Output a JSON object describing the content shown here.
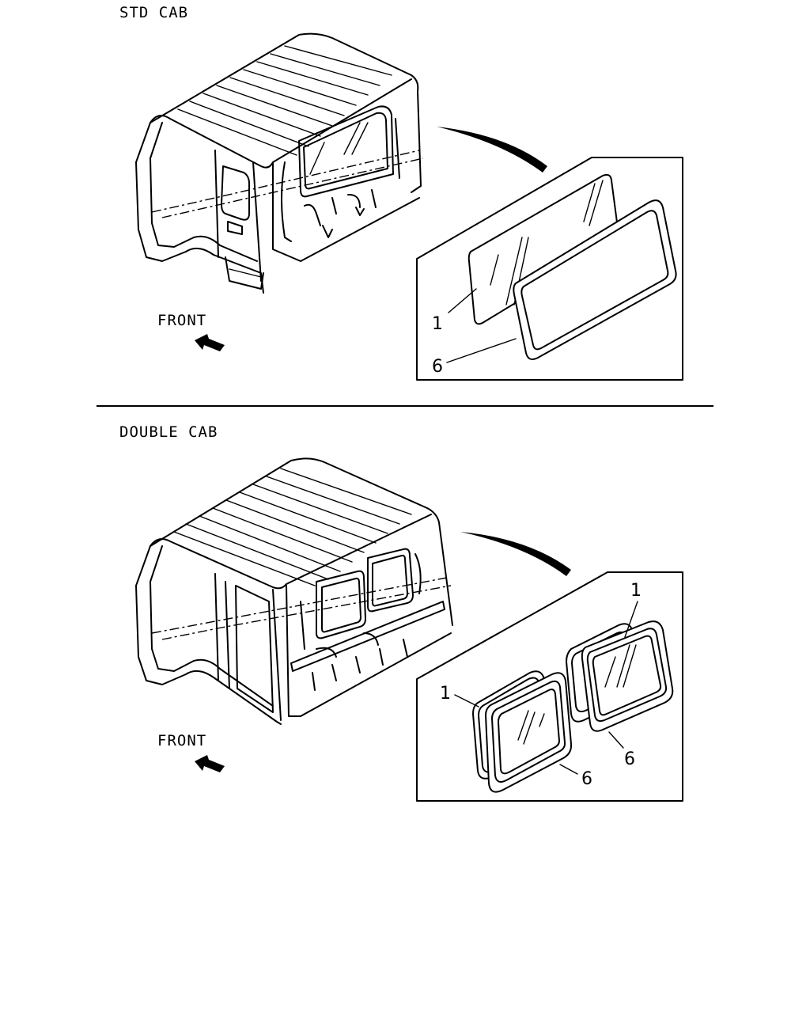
{
  "sections": [
    {
      "title": "STD CAB",
      "direction_label": "FRONT",
      "callouts": [
        {
          "text": "1"
        },
        {
          "text": "6"
        }
      ]
    },
    {
      "title": "DOUBLE CAB",
      "direction_label": "FRONT",
      "callouts": [
        {
          "text": "1"
        },
        {
          "text": "1"
        },
        {
          "text": "6"
        },
        {
          "text": "6"
        }
      ]
    }
  ],
  "icons": [
    "front-arrow-icon",
    "pointer-arrow-icon"
  ],
  "colors": {
    "ink": "#000000",
    "paper": "#ffffff"
  }
}
